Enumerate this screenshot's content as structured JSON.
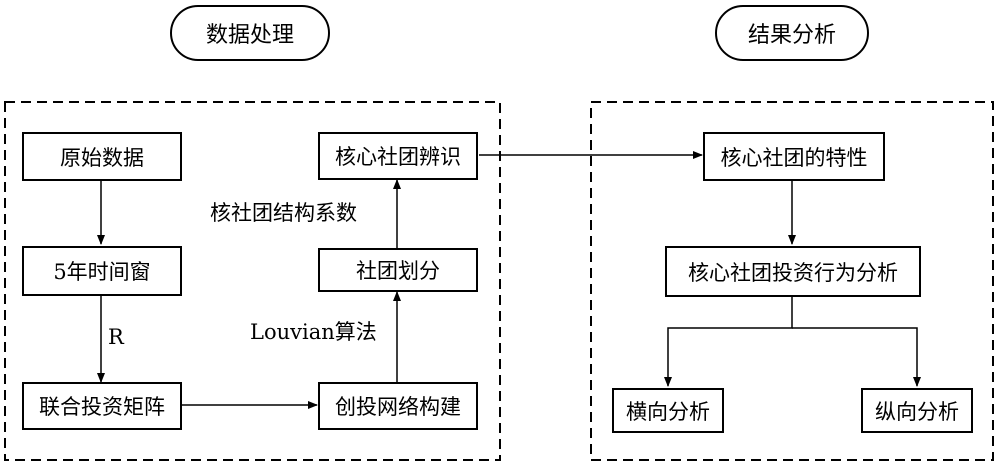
{
  "sections": {
    "processing": "数据处理",
    "analysis": "结果分析"
  },
  "nodes": {
    "raw_data": "原始数据",
    "time_window": "5年时间窗",
    "joint_matrix": "联合投资矩阵",
    "network_build": "创投网络构建",
    "community_division": "社团划分",
    "core_identify": "核心社团辨识",
    "core_traits": "核心社团的特性",
    "core_behavior": "核心社团投资行为分析",
    "horizontal": "横向分析",
    "vertical": "纵向分析"
  },
  "edge_labels": {
    "r": "R",
    "louvain": "Louvian算法",
    "core_coef": "核社团结构系数"
  }
}
